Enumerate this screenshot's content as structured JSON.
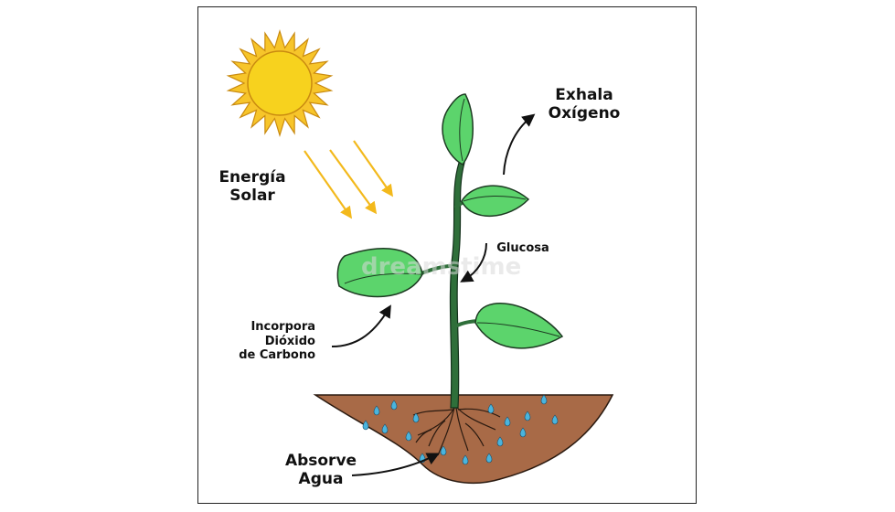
{
  "labels": {
    "solar": [
      "Energía",
      "Solar"
    ],
    "oxygen": [
      "Exhala",
      "Oxígeno"
    ],
    "glucose": [
      "Glucosa"
    ],
    "co2": [
      "Incorpora",
      "Dióxido",
      "de Carbono"
    ],
    "water": [
      "Absorve",
      "Agua"
    ]
  },
  "watermark": "dreamstime",
  "colors": {
    "sun": "#f7c52a",
    "sun_outline": "#c98a10",
    "ray": "#f3b91c",
    "leaf": "#5cd46c",
    "leaf_outline": "#1d3a22",
    "stem": "#2f6f3a",
    "soil": "#a86a47",
    "water": "#4ab4dd",
    "arrow": "#111111"
  }
}
